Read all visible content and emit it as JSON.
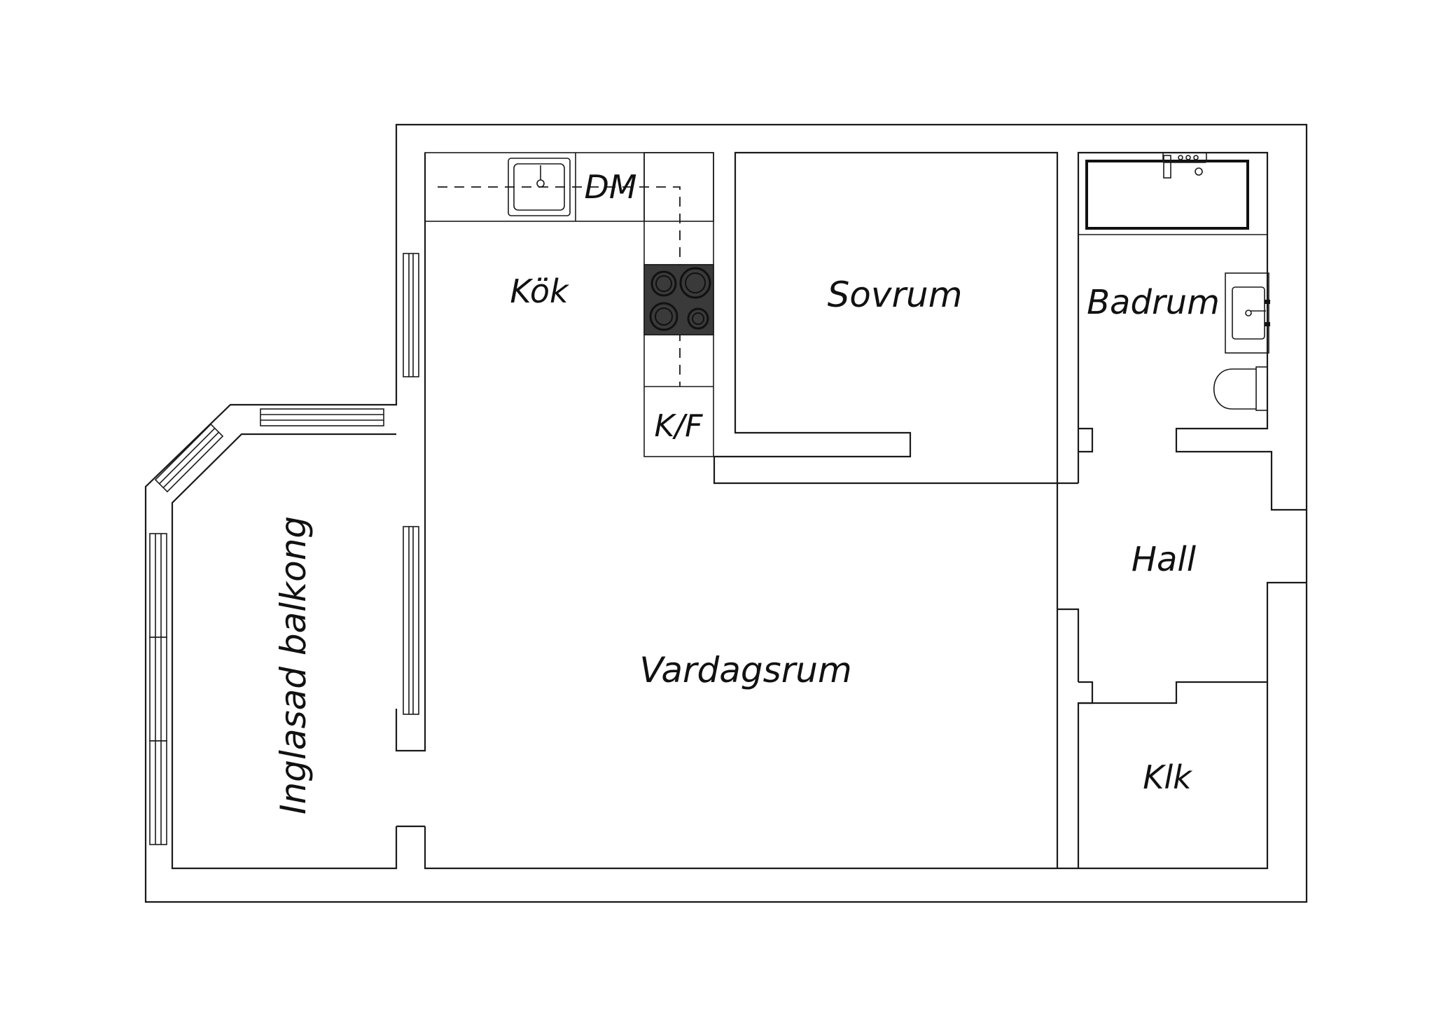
{
  "rooms": {
    "kok": "Kök",
    "sovrum": "Sovrum",
    "badrum": "Badrum",
    "hall": "Hall",
    "vardagsrum": "Vardagsrum",
    "klk": "Klk",
    "balkong": "Inglasad balkong"
  },
  "fixtures": {
    "dishwasher": "DM",
    "fridge_freezer": "K/F"
  },
  "colors": {
    "line": "#1a1a1a",
    "stove": "#3a3a3a",
    "background": "#ffffff"
  }
}
